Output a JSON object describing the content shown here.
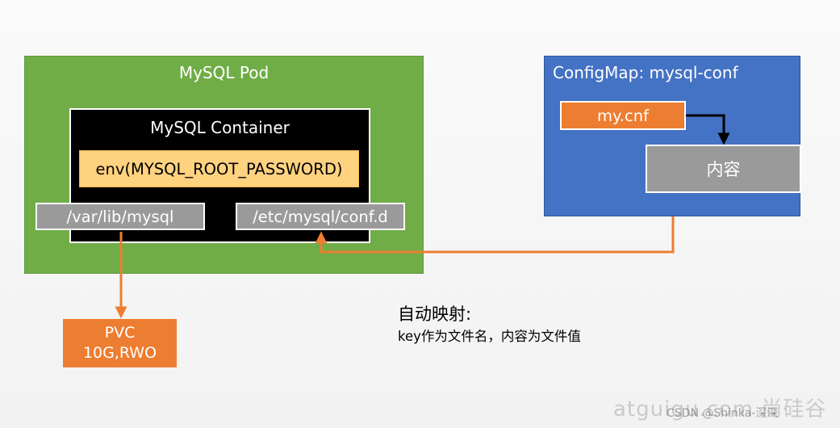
{
  "pod": {
    "title": "MySQL Pod",
    "container": {
      "title": "MySQL Container",
      "env": "env(MYSQL_ROOT_PASSWORD)",
      "mounts": [
        "/var/lib/mysql",
        "/etc/mysql/conf.d"
      ]
    }
  },
  "pvc": {
    "line1": "PVC",
    "line2": "10G,RWO"
  },
  "configmap": {
    "title": "ConfigMap: mysql-conf",
    "key": "my.cnf",
    "value": "内容"
  },
  "annotation": {
    "title": "自动映射:",
    "description": "key作为文件名，内容为文件值"
  },
  "watermark": {
    "site": "atguigu.com  尚硅谷",
    "csdn": "CSDN @Shinka-深深"
  },
  "colors": {
    "pod": "#70ad47",
    "container": "#000000",
    "env": "#ffd280",
    "mount": "#9a9a9a",
    "pvc": "#ed7d31",
    "configmap": "#4472c4",
    "arrow_orange": "#ed7d31",
    "arrow_black": "#000000"
  }
}
